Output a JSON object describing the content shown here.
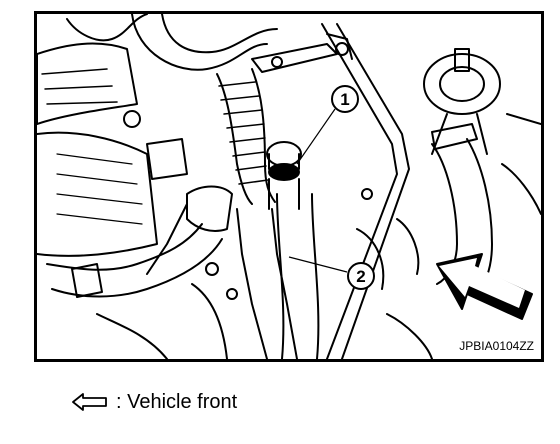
{
  "figure": {
    "code": "JPBIA0104ZZ",
    "callouts": [
      "1",
      "2"
    ]
  },
  "legend": {
    "icon": "front-arrow-icon",
    "text": ": Vehicle front"
  }
}
